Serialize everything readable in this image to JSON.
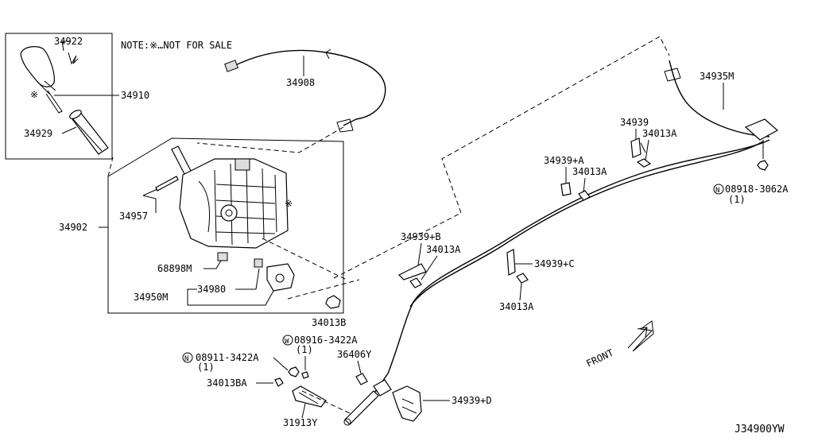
{
  "note": "NOTE:※…NOT FOR SALE",
  "diagram_code": "J34900YW",
  "front_label": "FRONT",
  "parts": {
    "p34922": "34922",
    "p34910": "34910",
    "p34929": "34929",
    "p34908": "34908",
    "p34935M": "34935M",
    "p34939": "34939",
    "p34013A_a": "34013A",
    "p34939A": "34939+A",
    "p34013A_b": "34013A",
    "p08918": "08918-3062A",
    "p08918_qty": "(1)",
    "p34957": "34957",
    "p34902": "34902",
    "p34939B": "34939+B",
    "p34013A_c": "34013A",
    "p34939C": "34939+C",
    "p68898M": "68898M",
    "p34980": "34980",
    "p34950M": "34950M",
    "p34013A_d": "34013A",
    "p34013B": "34013B",
    "p08916": "08916-3422A",
    "p08916_qty": "(1)",
    "p08911": "08911-3422A",
    "p08911_qty": "(1)",
    "p36406Y": "36406Y",
    "p34013BA": "34013BA",
    "p34939D": "34939+D",
    "p31913Y": "31913Y"
  },
  "markers": {
    "not_for_sale": "※",
    "N": "N",
    "W": "W"
  }
}
